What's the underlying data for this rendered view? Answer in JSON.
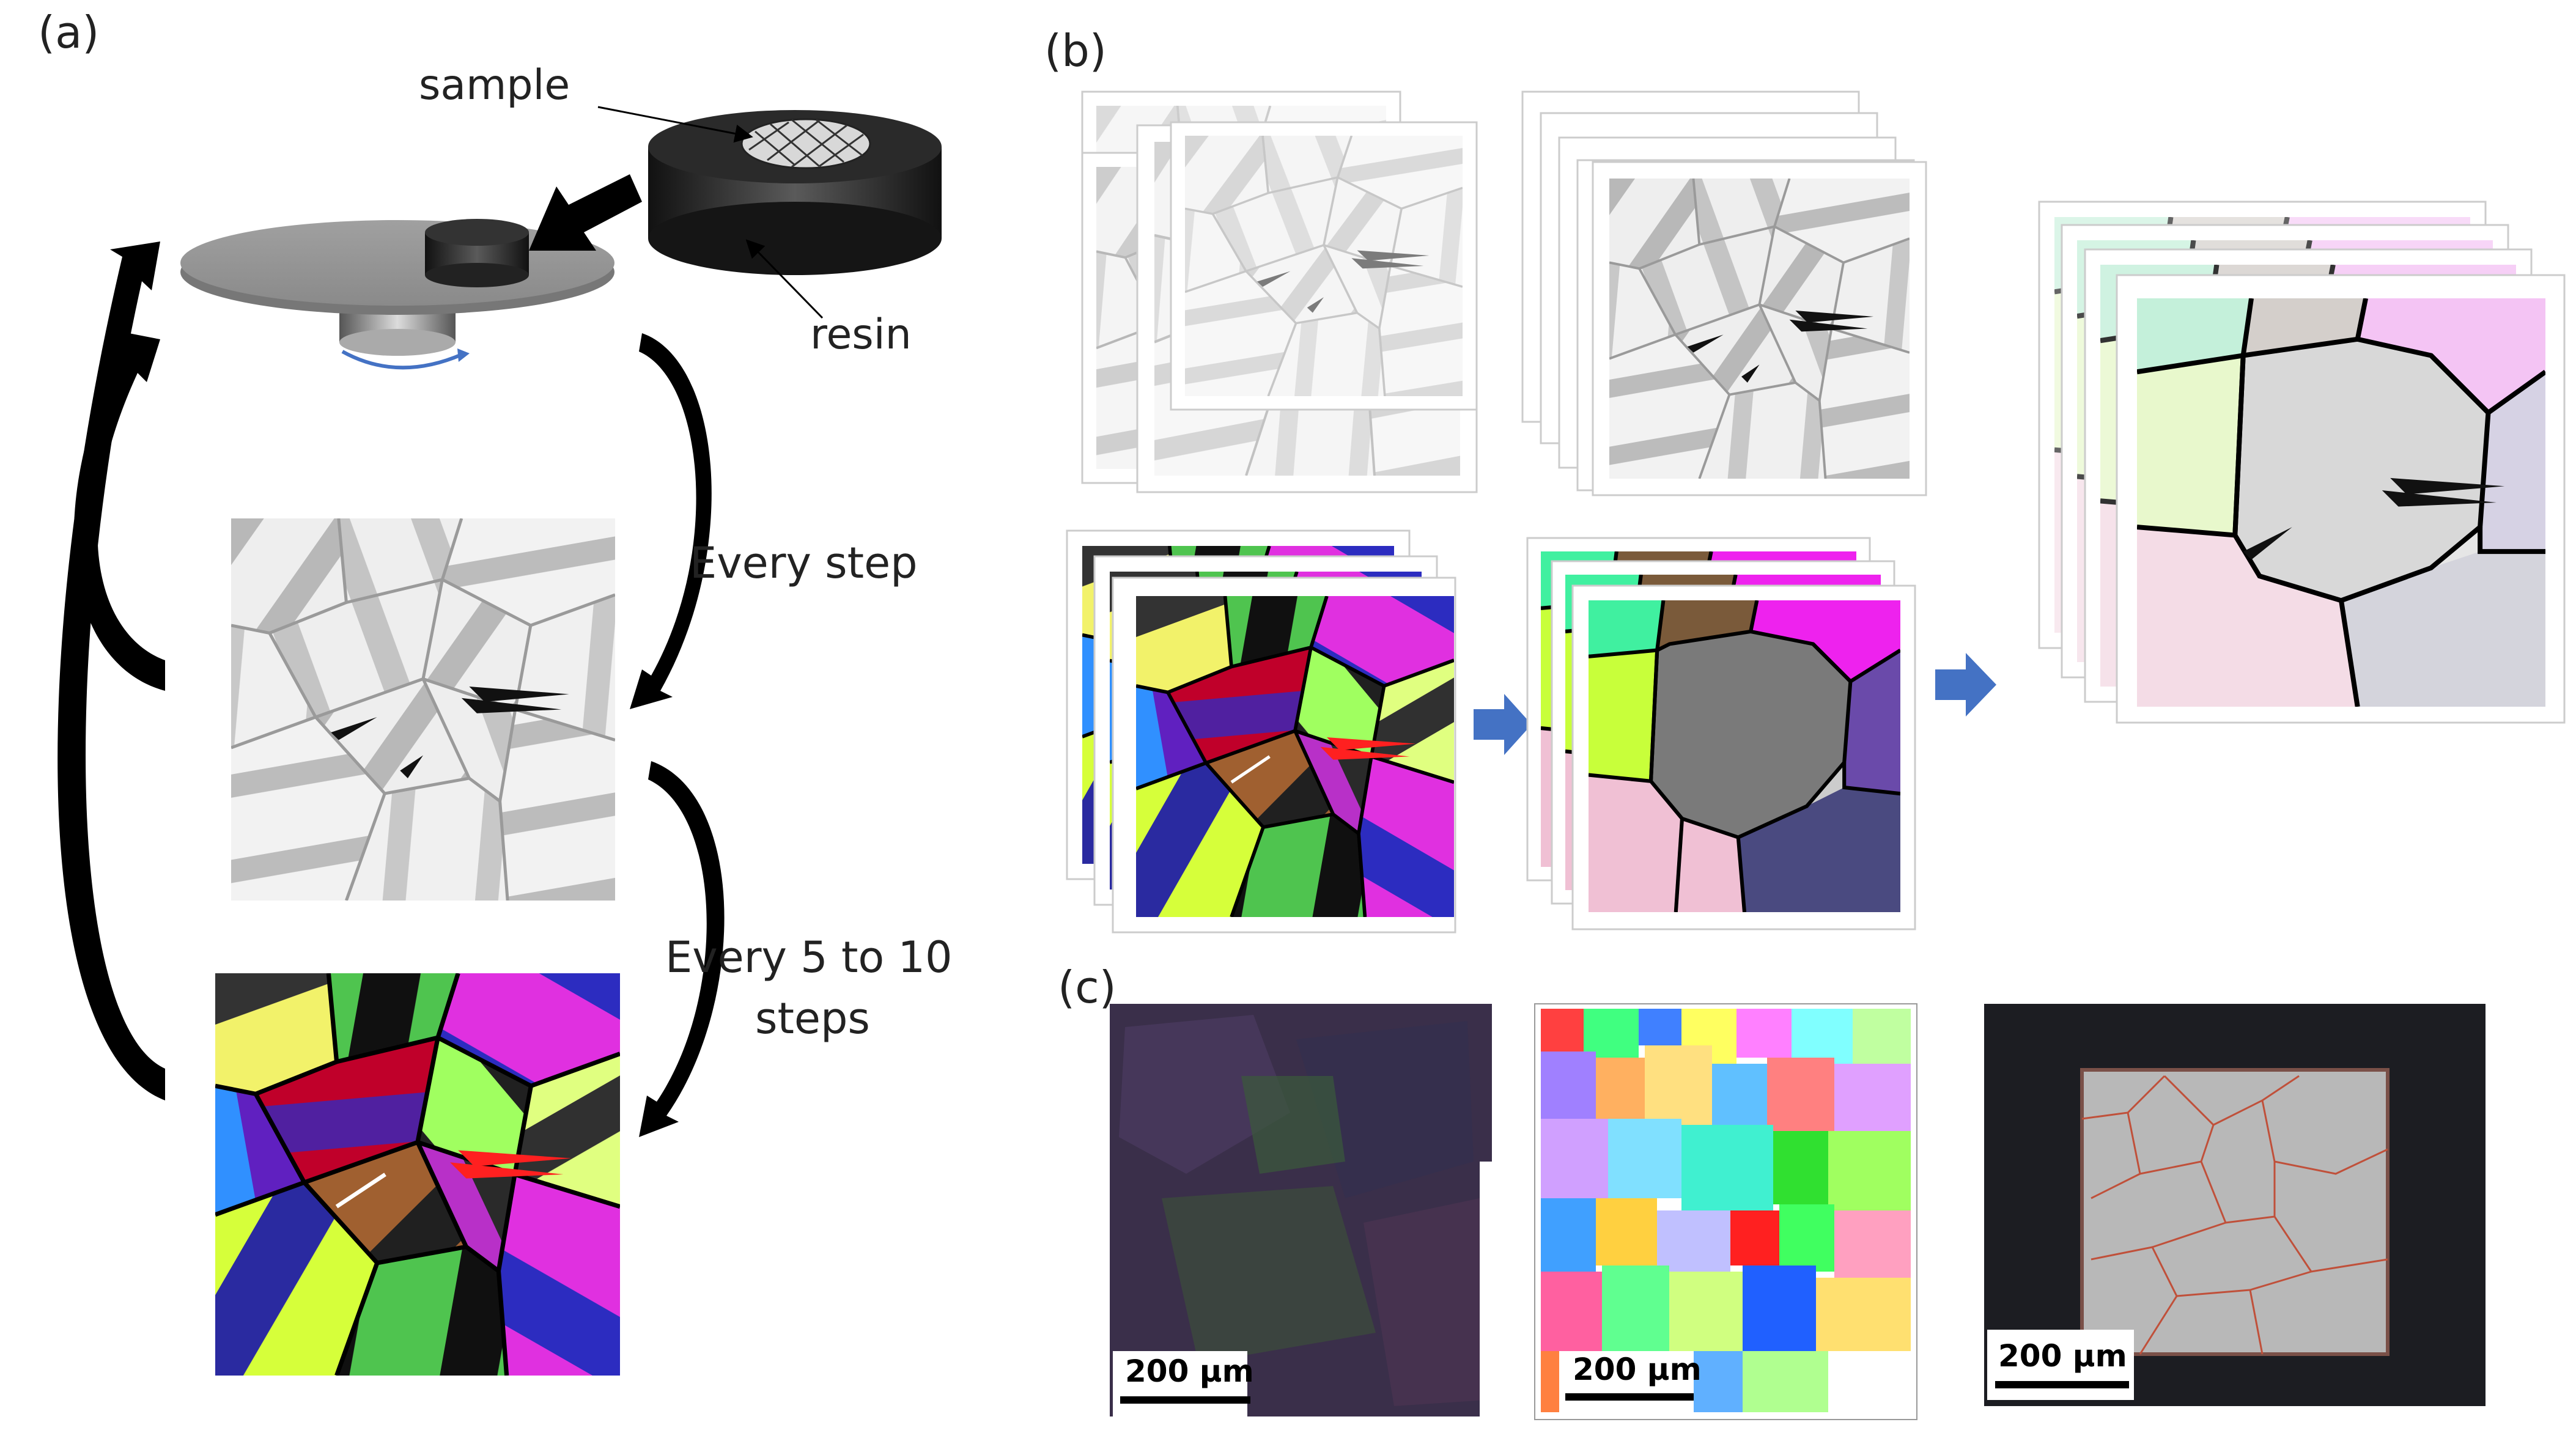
{
  "panels": {
    "a": "(a)",
    "b": "(b)",
    "c": "(c)"
  },
  "panel_a": {
    "sample_label": "sample",
    "resin_label": "resin",
    "every_step_label": "Every step",
    "every_5_10_line1": "Every 5 to 10",
    "every_5_10_line2": "steps"
  },
  "panel_c": {
    "scale_bar_1": "200 μm",
    "scale_bar_2": "200 μm",
    "scale_bar_3": "200 μm"
  },
  "colors": {
    "arrow_blue": "#4472c4",
    "black": "#000000",
    "grain_border_red": "#c0503a"
  }
}
